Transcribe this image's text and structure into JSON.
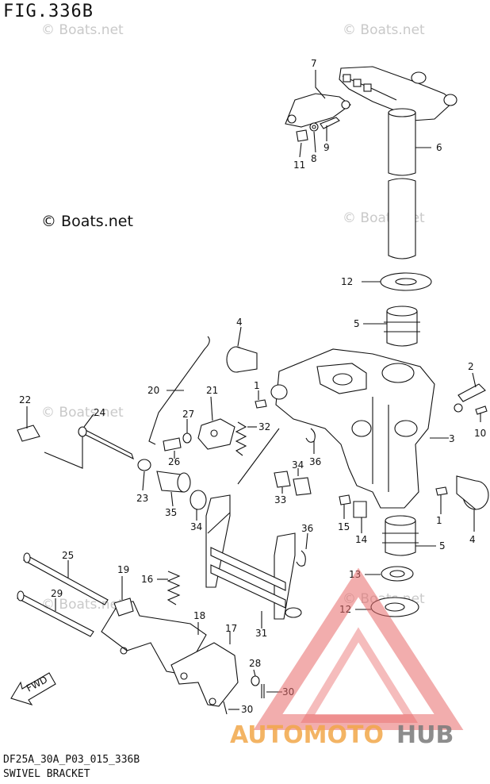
{
  "figure": {
    "title": "FIG.336B",
    "code": "DF25A_30A_P03_015_336B",
    "name": "SWIVEL BRACKET"
  },
  "watermark": {
    "small": "© Boats.net",
    "large": "© Boats.net"
  },
  "fwd_label": "FWD",
  "logo": {
    "text_left": "AUTOMOTO",
    "text_right": "HUB"
  },
  "callouts": [
    {
      "id": "c7",
      "label": "7"
    },
    {
      "id": "c6",
      "label": "6"
    },
    {
      "id": "c11",
      "label": "11"
    },
    {
      "id": "c8",
      "label": "8"
    },
    {
      "id": "c9",
      "label": "9"
    },
    {
      "id": "c12a",
      "label": "12"
    },
    {
      "id": "c5a",
      "label": "5"
    },
    {
      "id": "c4a",
      "label": "4"
    },
    {
      "id": "c2",
      "label": "2"
    },
    {
      "id": "c1a",
      "label": "1"
    },
    {
      "id": "c10",
      "label": "10"
    },
    {
      "id": "c20",
      "label": "20"
    },
    {
      "id": "c21",
      "label": "21"
    },
    {
      "id": "c22",
      "label": "22"
    },
    {
      "id": "c24",
      "label": "24"
    },
    {
      "id": "c27",
      "label": "27"
    },
    {
      "id": "c32",
      "label": "32"
    },
    {
      "id": "c3",
      "label": "3"
    },
    {
      "id": "c36a",
      "label": "36"
    },
    {
      "id": "c26",
      "label": "26"
    },
    {
      "id": "c34a",
      "label": "34"
    },
    {
      "id": "c23",
      "label": "23"
    },
    {
      "id": "c33",
      "label": "33"
    },
    {
      "id": "c35",
      "label": "35"
    },
    {
      "id": "c34b",
      "label": "34"
    },
    {
      "id": "c1b",
      "label": "1"
    },
    {
      "id": "c4b",
      "label": "4"
    },
    {
      "id": "c15",
      "label": "15"
    },
    {
      "id": "c36b",
      "label": "36"
    },
    {
      "id": "c14",
      "label": "14"
    },
    {
      "id": "c5b",
      "label": "5"
    },
    {
      "id": "c25",
      "label": "25"
    },
    {
      "id": "c19",
      "label": "19"
    },
    {
      "id": "c16",
      "label": "16"
    },
    {
      "id": "c13",
      "label": "13"
    },
    {
      "id": "c29",
      "label": "29"
    },
    {
      "id": "c12b",
      "label": "12"
    },
    {
      "id": "c18",
      "label": "18"
    },
    {
      "id": "c31",
      "label": "31"
    },
    {
      "id": "c17",
      "label": "17"
    },
    {
      "id": "c28",
      "label": "28"
    },
    {
      "id": "c30a",
      "label": "30"
    },
    {
      "id": "c30b",
      "label": "30"
    }
  ]
}
